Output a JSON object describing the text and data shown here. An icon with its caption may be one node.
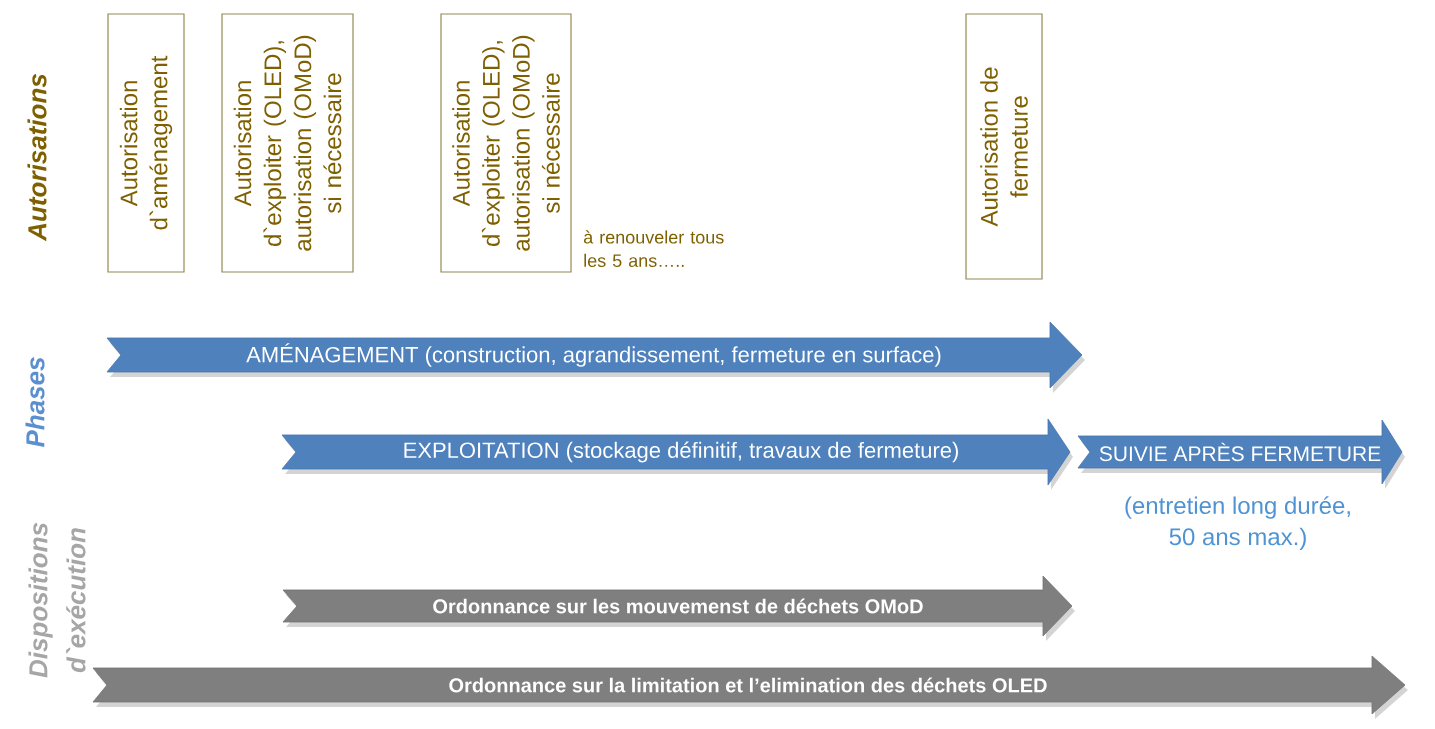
{
  "diagram": {
    "nodes": [
      {
        "text": [
          "Autorisation d`aménagement"
        ]
      },
      {
        "text": [
          "Autorisation d`exploiter (OLED), autorisation (OMoD) si nécessaire"
        ]
      },
      {
        "text": [
          "Autorisation d`exploiter (OLED), autorisation (OMoD) si nécessaire"
        ],
        "beside": [
          "à renouveler tous les 5 ans….."
        ]
      },
      {
        "text": [
          "Autorisation de fermeture"
        ]
      },
      {
        "text": [
          "AMÉNAGEMENT (construction, agrandissement, fermeture en surface)"
        ]
      },
      {
        "text": [
          "EXPLOITATION (stockage définitif, travaux de fermeture)"
        ]
      },
      {
        "text": [
          "SUIVIE APRÈS FERMETURE"
        ],
        "beside": [
          "(entretien long durée, 50 ans max.)"
        ]
      },
      {
        "text": [
          "Ordonnance sur les mouvemenst de déchets OMoD"
        ]
      },
      {
        "text": [
          "Ordonnance sur la limitation et l’elimination des déchets OLED"
        ]
      }
    ],
    "labels": [
      "Autorisations",
      "Phases",
      "Dispositions d`exécution"
    ]
  }
}
